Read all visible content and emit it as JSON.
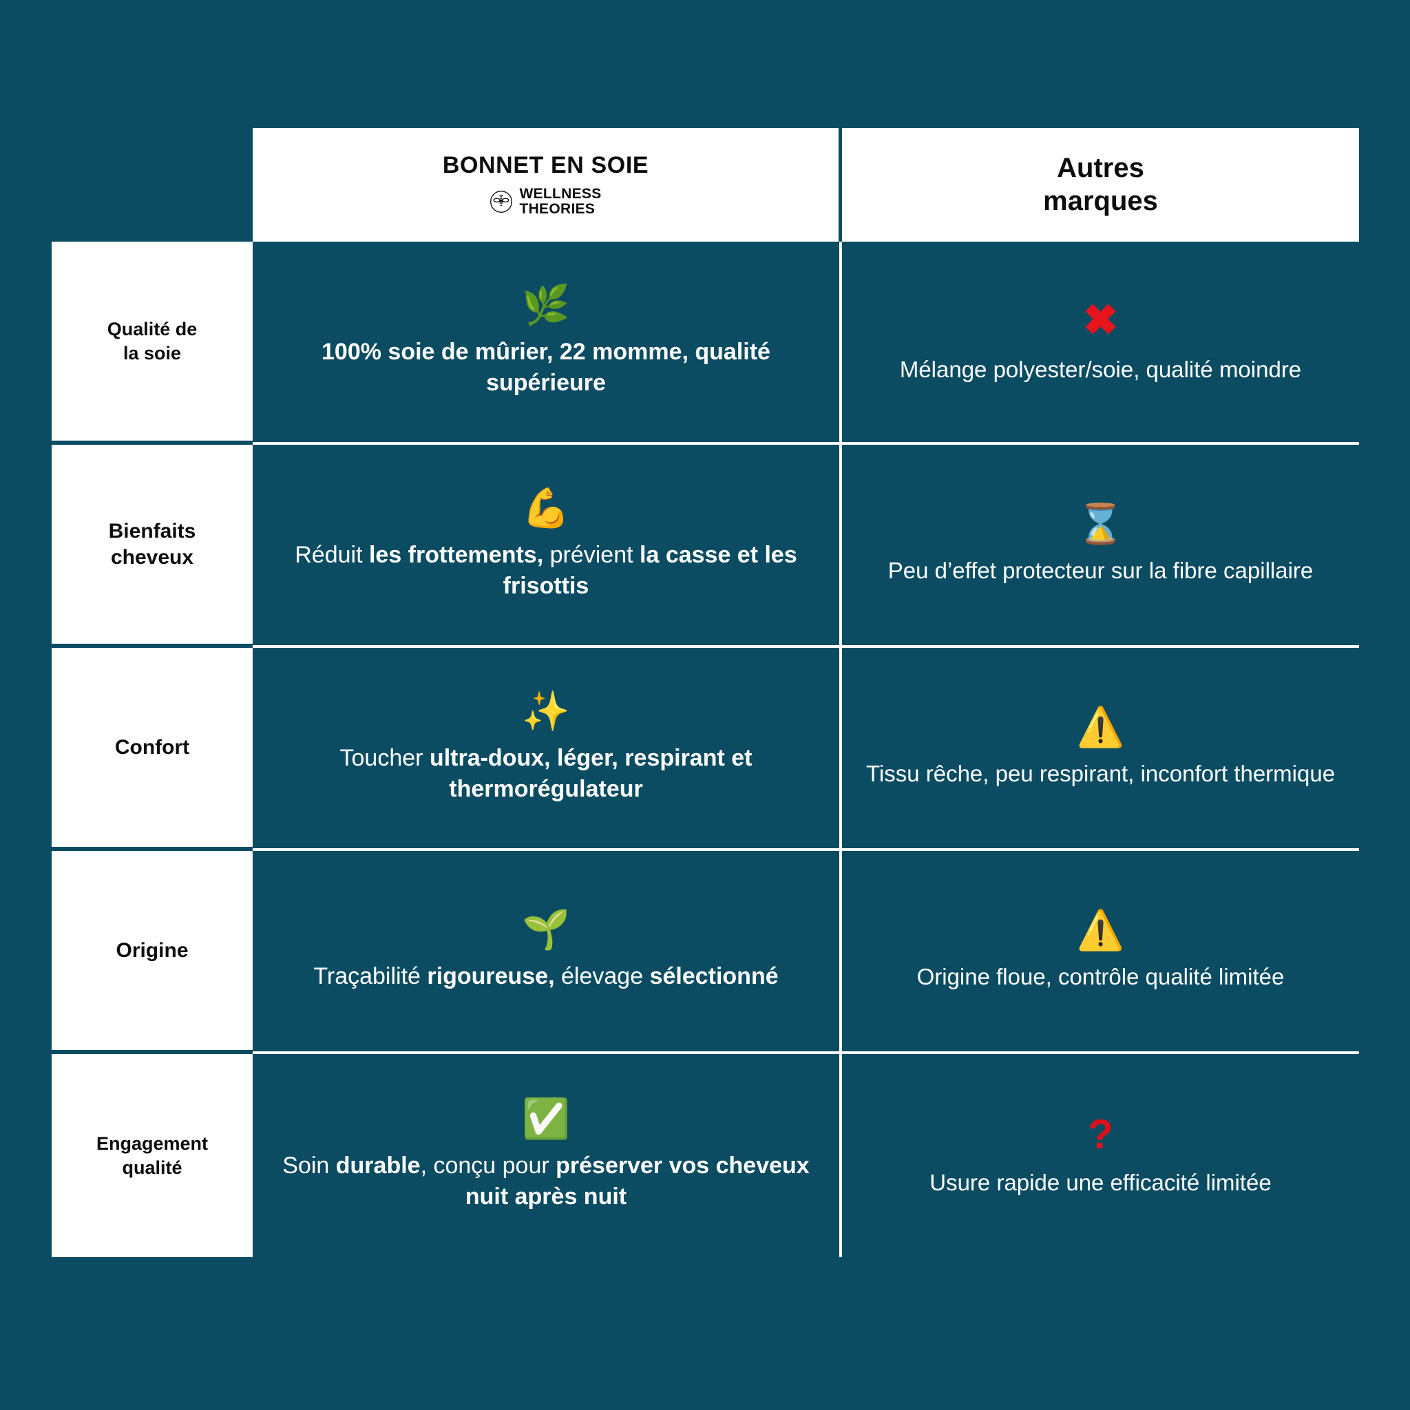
{
  "theme": {
    "background": "#0c4c62",
    "panel": "#ffffff",
    "text_on_dark": "#ffffff",
    "text_on_light": "#0d0d0d",
    "negative": "#e8141c"
  },
  "header": {
    "corner_blank": "",
    "brand_column": {
      "title": "BONNET EN SOIE",
      "logo_icon": "bee-logo-icon",
      "wordmark_line1": "WELLNESS",
      "wordmark_line2": "THEORIES"
    },
    "others_column": {
      "line1": "Autres",
      "line2": "marques"
    }
  },
  "rows": [
    {
      "label": "Qualité de\nla soie",
      "label_line1": "Qualité de",
      "label_line2": "la soie",
      "pro": {
        "icon": "herb-icon",
        "icon_glyph": "🌿",
        "text_plain": "100% soie de mûrier, 22 momme, qualité supérieure",
        "segments": [
          {
            "text": "100% soie de mûrier, 22 momme, qualité supérieure",
            "bold": true
          }
        ]
      },
      "con": {
        "icon": "cross-mark-icon",
        "icon_glyph": "✖",
        "text_plain": "Mélange polyester/soie, qualité moindre",
        "segments": [
          {
            "text": "Mélange polyester/soie, qualité moindre",
            "bold": false
          }
        ]
      }
    },
    {
      "label": "Bienfaits\ncheveux",
      "label_line1": "Bienfaits",
      "label_line2": "cheveux",
      "pro": {
        "icon": "flexed-biceps-icon",
        "icon_glyph": "💪",
        "text_plain": "Réduit les frottements, prévient la casse et les frisottis",
        "segments": [
          {
            "text": "Réduit ",
            "bold": false
          },
          {
            "text": "les frottements,",
            "bold": true
          },
          {
            "text": " prévient ",
            "bold": false
          },
          {
            "text": "la casse et les frisottis",
            "bold": true
          }
        ]
      },
      "con": {
        "icon": "hourglass-icon",
        "icon_glyph": "⌛",
        "text_plain": "Peu d’effet protecteur sur la fibre capillaire",
        "segments": [
          {
            "text": "Peu d’effet protecteur sur la fibre capillaire",
            "bold": false
          }
        ]
      }
    },
    {
      "label": "Confort",
      "label_line1": "Confort",
      "label_line2": "",
      "pro": {
        "icon": "sparkles-icon",
        "icon_glyph": "✨",
        "text_plain": "Toucher ultra-doux, léger, respirant et thermorégulateur",
        "segments": [
          {
            "text": "Toucher ",
            "bold": false
          },
          {
            "text": "ultra-doux, léger, respirant et thermorégulateur",
            "bold": true
          }
        ]
      },
      "con": {
        "icon": "warning-icon",
        "icon_glyph": "⚠",
        "text_plain": "Tissu rêche, peu respirant, inconfort thermique",
        "segments": [
          {
            "text": "Tissu rêche, peu respirant, inconfort thermique",
            "bold": false
          }
        ]
      }
    },
    {
      "label": "Origine",
      "label_line1": "Origine",
      "label_line2": "",
      "pro": {
        "icon": "seedling-icon",
        "icon_glyph": "🌱",
        "text_plain": "Traçabilité rigoureuse, élevage sélectionné",
        "segments": [
          {
            "text": "Traçabilité ",
            "bold": false
          },
          {
            "text": "rigoureuse,",
            "bold": true
          },
          {
            "text": " élevage ",
            "bold": false
          },
          {
            "text": "sélectionné",
            "bold": true
          }
        ]
      },
      "con": {
        "icon": "warning-icon",
        "icon_glyph": "⚠",
        "text_plain": "Origine floue, contrôle qualité limitée",
        "segments": [
          {
            "text": "Origine floue, contrôle qualité limitée",
            "bold": false
          }
        ]
      }
    },
    {
      "label": "Engagement\nqualité",
      "label_line1": "Engagement",
      "label_line2": "qualité",
      "pro": {
        "icon": "check-mark-button-icon",
        "icon_glyph": "✅",
        "text_plain": "Soin durable, conçu pour préserver vos cheveux nuit après nuit",
        "segments": [
          {
            "text": "Soin ",
            "bold": false
          },
          {
            "text": "durable",
            "bold": true
          },
          {
            "text": ", conçu pour ",
            "bold": false
          },
          {
            "text": "préserver vos cheveux nuit après nuit",
            "bold": true
          }
        ]
      },
      "con": {
        "icon": "question-mark-icon",
        "icon_glyph": "?",
        "text_plain": "Usure rapide une efficacité limitée",
        "segments": [
          {
            "text": "Usure rapide une efficacité limitée",
            "bold": false
          }
        ]
      }
    }
  ]
}
